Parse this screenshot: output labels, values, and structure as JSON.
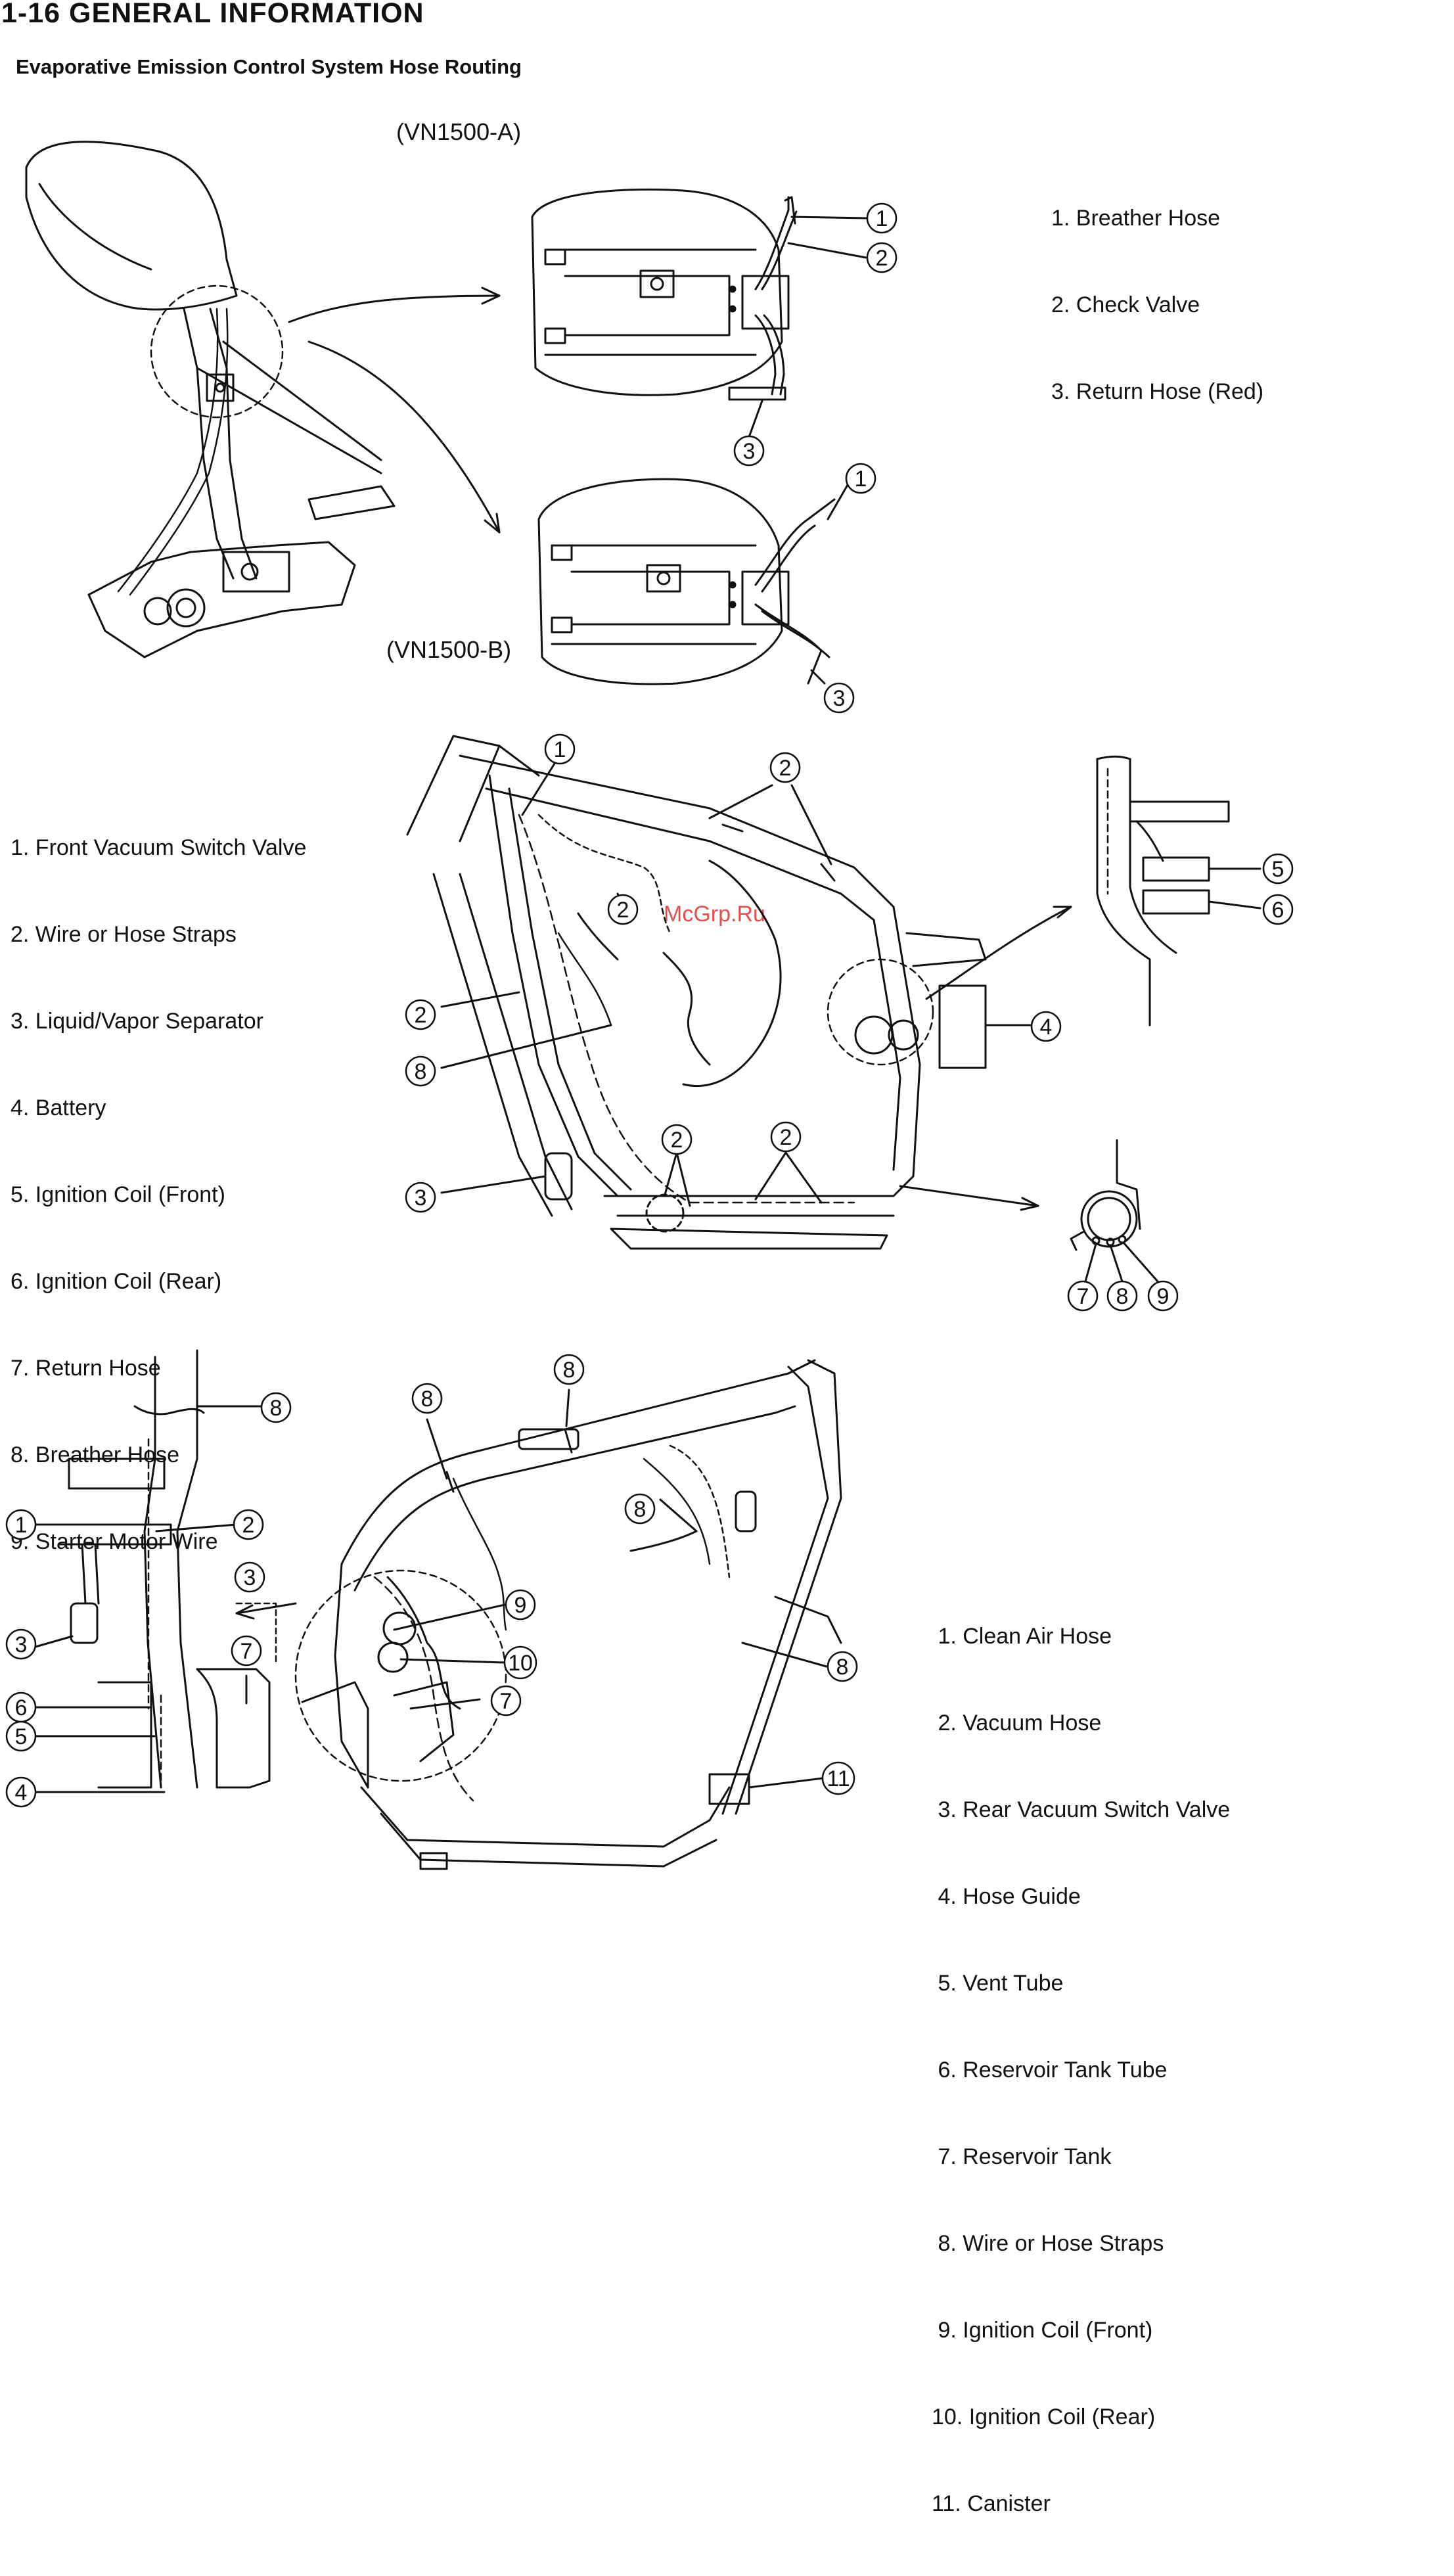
{
  "header": {
    "title": "1-16 GENERAL INFORMATION",
    "subtitle": "Evaporative Emission Control System Hose Routing"
  },
  "section_a": {
    "model_a": "(VN1500-A)",
    "model_b": "(VN1500-B)",
    "legend": [
      "1. Breather Hose",
      "2. Check Valve",
      "3. Return Hose (Red)"
    ]
  },
  "section_b": {
    "legend": [
      "1. Front Vacuum Switch Valve",
      "2. Wire or Hose Straps",
      "3. Liquid/Vapor Separator",
      "4. Battery",
      "5. Ignition Coil (Front)",
      "6. Ignition Coil (Rear)",
      "7. Return Hose",
      "8. Breather Hose",
      "9. Starter Motor Wire"
    ]
  },
  "section_c": {
    "legend": [
      " 1. Clean Air Hose",
      " 2. Vacuum Hose",
      " 3. Rear Vacuum Switch Valve",
      " 4. Hose Guide",
      " 5. Vent Tube",
      " 6. Reservoir Tank Tube",
      " 7. Reservoir Tank",
      " 8. Wire or Hose Straps",
      " 9. Ignition Coil (Front)",
      "10. Ignition Coil (Rear)",
      "11. Canister"
    ]
  },
  "watermark": "McGrp.Ru"
}
